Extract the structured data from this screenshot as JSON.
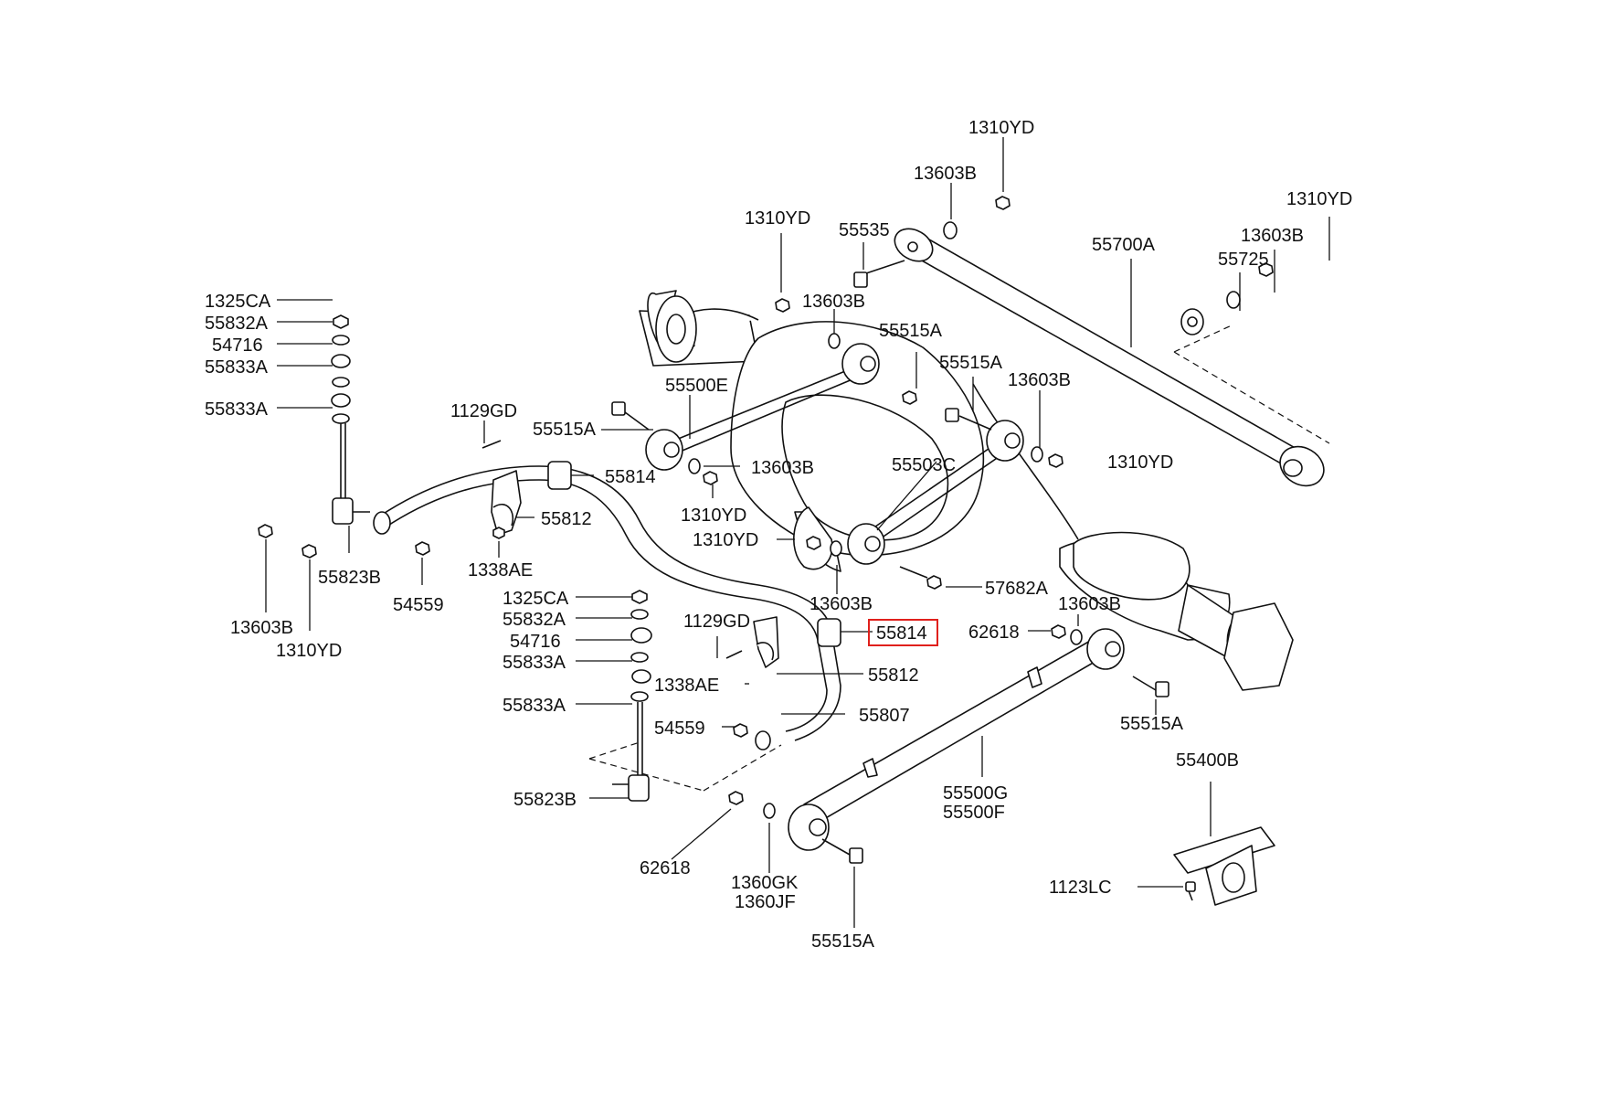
{
  "labels": {
    "l_1310YD_top": "1310YD",
    "l_13603B_top": "13603B",
    "l_1310YD_tr": "1310YD",
    "l_13603B_tr": "13603B",
    "l_55725": "55725",
    "l_55700A": "55700A",
    "l_1310YD_a": "1310YD",
    "l_55535": "55535",
    "l_13603B_a": "13603B",
    "l_55515A_a": "55515A",
    "l_55515A_b": "55515A",
    "l_13603B_b": "13603B",
    "l_55500E": "55500E",
    "l_55515A_c": "55515A",
    "l_13603B_c": "13603B",
    "l_1310YD_b": "1310YD",
    "l_55503C": "55503C",
    "l_1310YD_c": "1310YD",
    "l_1310YD_d": "1310YD",
    "l_13603B_d": "13603B",
    "l_57682A": "57682A",
    "l_13603B_e": "13603B",
    "l_62618_a": "62618",
    "l_1325CA_a": "1325CA",
    "l_55832A_a": "55832A",
    "l_54716_a": "54716",
    "l_55833A_a": "55833A",
    "l_55833A_b": "55833A",
    "l_1129GD_a": "1129GD",
    "l_55814_a": "55814",
    "l_55812_a": "55812",
    "l_1338AE_a": "1338AE",
    "l_55823B_a": "55823B",
    "l_54559_a": "54559",
    "l_13603B_f": "13603B",
    "l_1310YD_e": "1310YD",
    "l_1325CA_b": "1325CA",
    "l_55832A_b": "55832A",
    "l_54716_b": "54716",
    "l_55833A_c": "55833A",
    "l_55833A_d": "55833A",
    "l_1129GD_b": "1129GD",
    "l_55814_b": "55814",
    "l_55812_b": "55812",
    "l_1338AE_b": "1338AE",
    "l_54559_b": "54559",
    "l_55807": "55807",
    "l_55823B_b": "55823B",
    "l_62618_b": "62618",
    "l_1360GK": "1360GK",
    "l_1360JF": "1360JF",
    "l_55515A_d": "55515A",
    "l_55500G": "55500G",
    "l_55500F": "55500F",
    "l_55515A_e": "55515A",
    "l_55400B": "55400B",
    "l_1123LC": "1123LC"
  },
  "highlight": {
    "color": "#e0201c"
  }
}
